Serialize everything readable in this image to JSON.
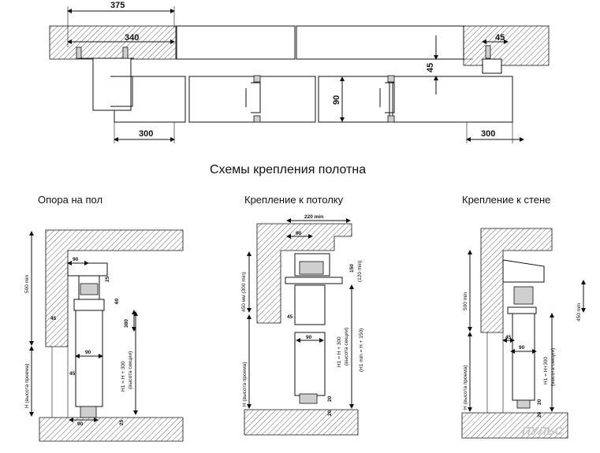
{
  "top_plan": {
    "dims": {
      "d375": "375",
      "d340": "340",
      "d300_left": "300",
      "d300_right": "300",
      "d45_top": "45",
      "d45_right": "45",
      "d90": "90"
    }
  },
  "title": "Схемы крепления полотна",
  "sections": [
    {
      "title": "Опора на пол",
      "labels": {
        "a": "90",
        "b": "25",
        "c": "60",
        "d": "380",
        "e": "45",
        "f": "90",
        "g": "45",
        "h": "90",
        "i": "25",
        "j": "500 min",
        "k": "H (высота проема)",
        "l1": "H1 = H + 300",
        "l2": "(высота секции)"
      }
    },
    {
      "title": "Крепление к потолку",
      "labels": {
        "a": "220 min",
        "b": "90",
        "c": "150",
        "d": "(120 min)",
        "e": "450 мм (300 min)",
        "f": "45",
        "g": "90",
        "h": "20",
        "i": "20",
        "j": "H (высота проема)",
        "l1": "H1 = H + 300",
        "l2": "(высота секции)",
        "l3": "(H1 min = H + 150)"
      }
    },
    {
      "title": "Крепление к стене",
      "labels": {
        "a": "500 min",
        "b": "450 min",
        "c": "45",
        "d": "90",
        "e": "20",
        "f": "20",
        "g": "H (высота проема)",
        "l1": "H1 = H+300",
        "l2": "(высота секции)"
      }
    }
  ],
  "watermark": "ПУЛЬС"
}
